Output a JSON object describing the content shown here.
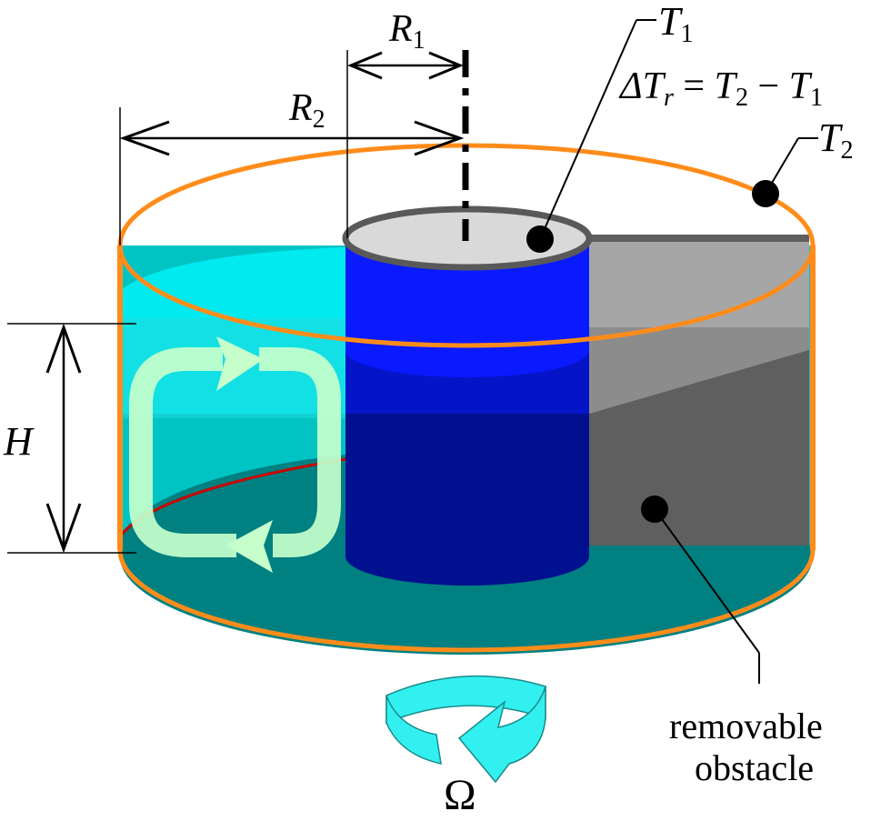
{
  "labels": {
    "r1": "R",
    "r1_sub": "1",
    "r2": "R",
    "r2_sub": "2",
    "h": "H",
    "t1": "T",
    "t1_sub": "1",
    "t2": "T",
    "t2_sub": "2",
    "delta_prefix": "ΔT",
    "delta_sub": "r",
    "delta_eq": " = ",
    "delta_t2": "T",
    "delta_t2_sub": "2",
    "delta_minus": " − ",
    "delta_t1": "T",
    "delta_t1_sub": "1",
    "obstacle_line1": "removable",
    "obstacle_line2": "obstacle",
    "omega": "Ω"
  },
  "colors": {
    "outer_rim": "#ff8c1a",
    "fluid_top": "#00eaf0",
    "fluid_side": "#00c4c4",
    "fluid_bottom": "#008080",
    "inner_cyl": "#0a1aff",
    "inner_cyl_dark": "#00108f",
    "inner_top": "#d9d9d9",
    "obstacle_light": "#a6a6a6",
    "obstacle_dark": "#5f5f5f",
    "convection": "#c6ffcc",
    "rotation_arrow": "#33f0f0",
    "bottom_line": "#cc0000"
  }
}
